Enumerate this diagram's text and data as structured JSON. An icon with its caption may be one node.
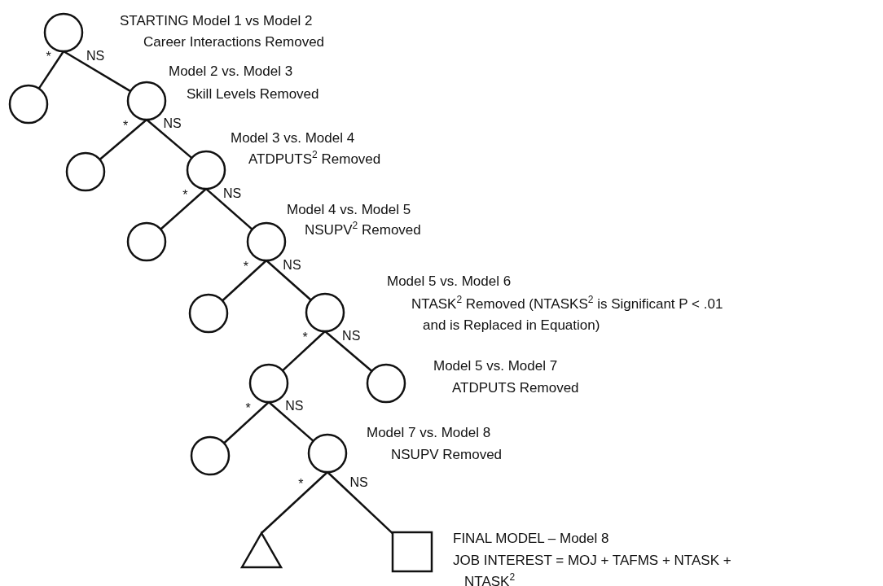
{
  "diagram": {
    "nodes": [
      {
        "text": [],
        "shape": "circle",
        "beside": [
          "STARTING  Model 1 vs Model 2",
          "Career Interactions Removed"
        ]
      },
      {
        "text": [],
        "shape": "circle"
      },
      {
        "text": [],
        "shape": "circle",
        "beside": [
          "Model 2 vs. Model 3",
          "Skill Levels Removed"
        ]
      },
      {
        "text": [],
        "shape": "circle"
      },
      {
        "text": [],
        "shape": "circle",
        "beside": [
          "Model 3 vs. Model 4",
          "ATDPUTS$^{2}$ Removed"
        ]
      },
      {
        "text": [],
        "shape": "circle"
      },
      {
        "text": [],
        "shape": "circle",
        "beside": [
          "Model 4 vs. Model 5",
          "NSUPV$^{2}$ Removed"
        ]
      },
      {
        "text": [],
        "shape": "circle"
      },
      {
        "text": [],
        "shape": "circle",
        "beside": [
          "Model 5 vs. Model 6",
          "NTASK$^{2}$ Removed  (NTASKS$^{2}$ is Significant P < .01 and is Replaced in Equation)"
        ]
      },
      {
        "text": [],
        "shape": "circle"
      },
      {
        "text": [],
        "shape": "circle",
        "beside": [
          "Model 5 vs. Model 7",
          "ATDPUTS Removed"
        ]
      },
      {
        "text": [],
        "shape": "circle"
      },
      {
        "text": [],
        "shape": "circle",
        "beside": [
          "Model 7 vs. Model 8",
          "NSUPV Removed"
        ]
      },
      {
        "text": [],
        "shape": "triangle"
      },
      {
        "text": [],
        "shape": "box",
        "beside": [
          "FINAL MODEL – Model 8",
          "JOB INTEREST = MOJ + TAFMS + NTASK + NTASK$^{2}$"
        ]
      }
    ],
    "edges": [
      {
        "from": 0,
        "to": 1,
        "arrow": "none",
        "label": "*"
      },
      {
        "from": 0,
        "to": 2,
        "arrow": "none",
        "label": "NS"
      },
      {
        "from": 2,
        "to": 3,
        "arrow": "none",
        "label": "*"
      },
      {
        "from": 2,
        "to": 4,
        "arrow": "none",
        "label": "NS"
      },
      {
        "from": 4,
        "to": 5,
        "arrow": "none",
        "label": "*"
      },
      {
        "from": 4,
        "to": 6,
        "arrow": "none",
        "label": "NS"
      },
      {
        "from": 6,
        "to": 7,
        "arrow": "none",
        "label": "*"
      },
      {
        "from": 6,
        "to": 8,
        "arrow": "none",
        "label": "NS"
      },
      {
        "from": 8,
        "to": 9,
        "arrow": "none",
        "label": "*"
      },
      {
        "from": 8,
        "to": 10,
        "arrow": "none",
        "label": "NS"
      },
      {
        "from": 9,
        "to": 11,
        "arrow": "none",
        "label": "*"
      },
      {
        "from": 9,
        "to": 12,
        "arrow": "none",
        "label": "NS"
      },
      {
        "from": 12,
        "to": 13,
        "arrow": "none",
        "label": "*"
      },
      {
        "from": 12,
        "to": 14,
        "arrow": "none",
        "label": "NS"
      }
    ]
  }
}
